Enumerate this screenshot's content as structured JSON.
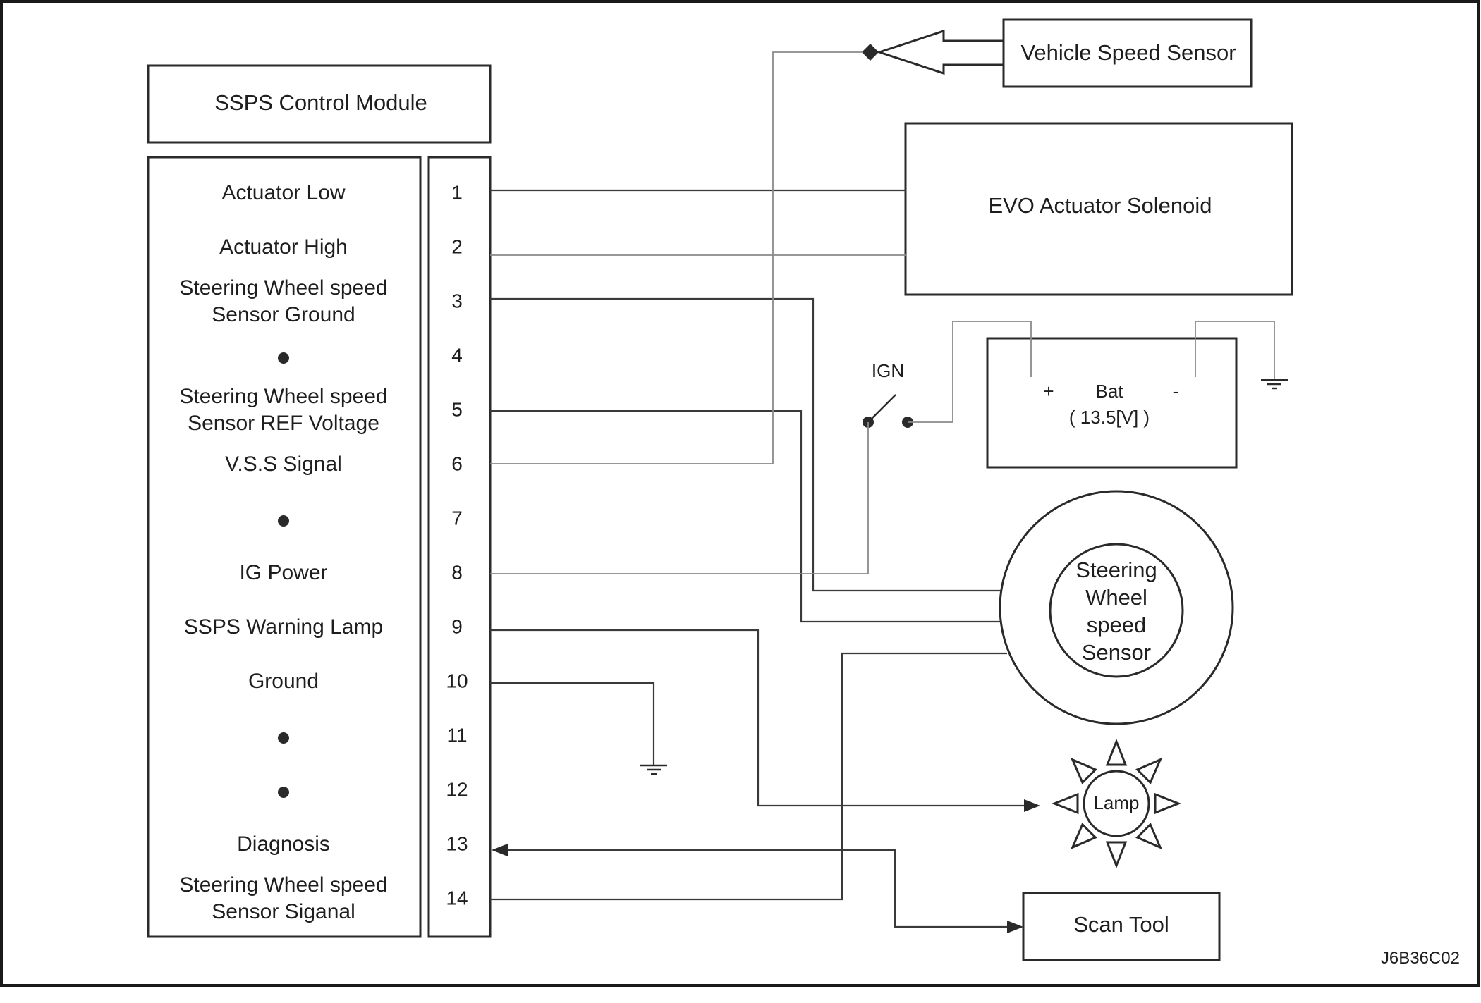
{
  "diagram": {
    "title": "SSPS Control Module",
    "figure_code": "J6B36C02",
    "pins": [
      {
        "number": "1",
        "label": [
          "Actuator Low"
        ],
        "connected": true
      },
      {
        "number": "2",
        "label": [
          "Actuator High"
        ],
        "connected": true
      },
      {
        "number": "3",
        "label": [
          "Steering Wheel speed",
          "Sensor Ground"
        ],
        "connected": true
      },
      {
        "number": "4",
        "label": [],
        "connected": false
      },
      {
        "number": "5",
        "label": [
          "Steering Wheel speed",
          "Sensor REF Voltage"
        ],
        "connected": true
      },
      {
        "number": "6",
        "label": [
          "V.S.S Signal"
        ],
        "connected": true
      },
      {
        "number": "7",
        "label": [],
        "connected": false
      },
      {
        "number": "8",
        "label": [
          "IG Power"
        ],
        "connected": true
      },
      {
        "number": "9",
        "label": [
          "SSPS Warning Lamp"
        ],
        "connected": true
      },
      {
        "number": "10",
        "label": [
          "Ground"
        ],
        "connected": true
      },
      {
        "number": "11",
        "label": [],
        "connected": false
      },
      {
        "number": "12",
        "label": [],
        "connected": false
      },
      {
        "number": "13",
        "label": [
          "Diagnosis"
        ],
        "connected": true
      },
      {
        "number": "14",
        "label": [
          "Steering Wheel speed",
          "Sensor Siganal"
        ],
        "connected": true
      }
    ],
    "components": {
      "vehicle_speed_sensor": "Vehicle Speed Sensor",
      "evo_actuator": "EVO Actuator Solenoid",
      "ign_switch": "IGN",
      "battery": {
        "plus": "+",
        "name": "Bat",
        "minus": "-",
        "voltage": "( 13.5[V] )"
      },
      "steering_sensor": [
        "Steering",
        "Wheel",
        "speed",
        "Sensor"
      ],
      "lamp": "Lamp",
      "scan_tool": "Scan Tool"
    },
    "connections": [
      {
        "from_pin": "1",
        "to": "EVO Actuator Solenoid"
      },
      {
        "from_pin": "2",
        "to": "EVO Actuator Solenoid"
      },
      {
        "from_pin": "3",
        "to": "Steering Wheel speed Sensor"
      },
      {
        "from_pin": "5",
        "to": "Steering Wheel speed Sensor"
      },
      {
        "from_pin": "6",
        "to": "Vehicle Speed Sensor"
      },
      {
        "from_pin": "8",
        "to": "IGN switch → Battery +"
      },
      {
        "from_pin": "9",
        "to": "Lamp"
      },
      {
        "from_pin": "10",
        "to": "Ground"
      },
      {
        "from_pin": "13",
        "to": "Scan Tool",
        "bidirectional": true
      },
      {
        "from_pin": "14",
        "to": "Steering Wheel speed Sensor"
      }
    ],
    "colors": {
      "line": "#2a2a2a",
      "background": "#ffffff"
    }
  }
}
